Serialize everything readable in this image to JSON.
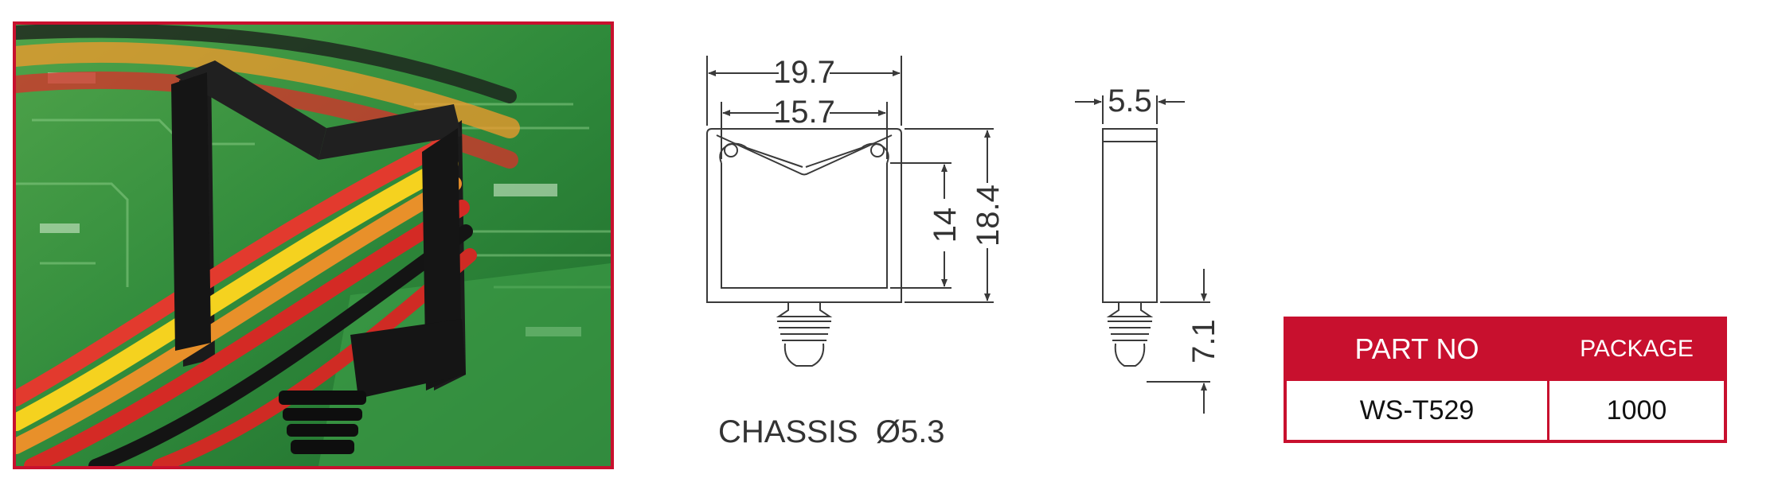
{
  "drawing": {
    "front_view": {
      "outer_width": "19.7",
      "inner_width": "15.7",
      "inner_height": "14",
      "outer_height": "18.4",
      "label": "CHASSIS  Ø5.3"
    },
    "side_view": {
      "thickness": "5.5",
      "pin_length": "7.1"
    }
  },
  "table": {
    "headers": [
      "PART NO",
      "PACKAGE"
    ],
    "rows": [
      [
        "WS-T529",
        "1000"
      ]
    ]
  },
  "colors": {
    "brand_red": "#c8102e",
    "line": "#3a3a3a"
  }
}
